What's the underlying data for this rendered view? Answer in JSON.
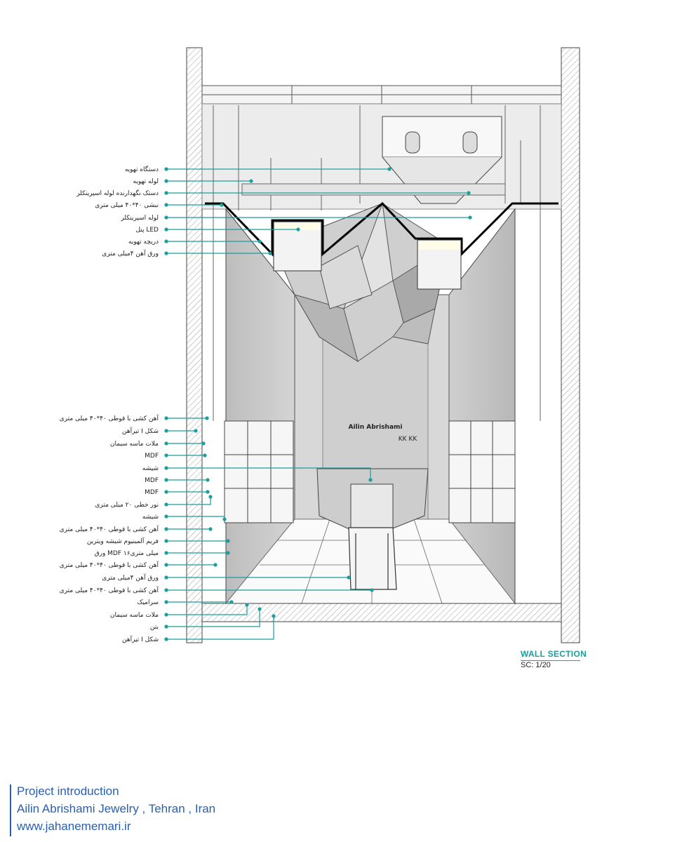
{
  "labels_top": [
    "دستگاه تهویه",
    "لوله تهویه",
    "دستک نگهدارنده لوله اسپرینکلر",
    "نبشی ۴۰*۴۰ میلی متری",
    "لوله اسپرینکلر",
    "پنل LED",
    "دریچه تهویه",
    "ورق آهن ۴میلی متری"
  ],
  "labels_bottom": [
    "آهن کشی با قوطی ۴۰*۴۰ میلی متری",
    "تیرآهن I شکل",
    "ملات ماسه سیمان",
    "MDF",
    "شیشه",
    "MDF",
    "MDF",
    "نور خطی ۲۰ میلی متری",
    "شیشه",
    "آهن کشی با قوطی ۴۰*۴۰ میلی متری",
    "فریم آلمینیوم شیشه ویترین",
    "ورق MDF ۱۶میلی متری",
    "آهن کشی با قوطی ۴۰*۴۰ میلی متری",
    "ورق آهن ۴میلی متری",
    "آهن کشی با قوطی ۴۰*۴۰ میلی متری",
    "سرامیک",
    "ملات ماسه سیمان",
    "بتن",
    "تیرآهن I شکل"
  ],
  "signage": {
    "brand": "Ailin Abrishami",
    "mark": "KK KK"
  },
  "wall_section": {
    "title": "WALL SECTION",
    "scale": "SC: 1/20"
  },
  "footer": {
    "line1": "Project introduction",
    "line2": "Ailin Abrishami Jewelry , Tehran , Iran",
    "line3": "www.jahanememari.ir"
  },
  "colors": {
    "leader": "#1a9e9e",
    "footer_text": "#2a5fb0"
  }
}
